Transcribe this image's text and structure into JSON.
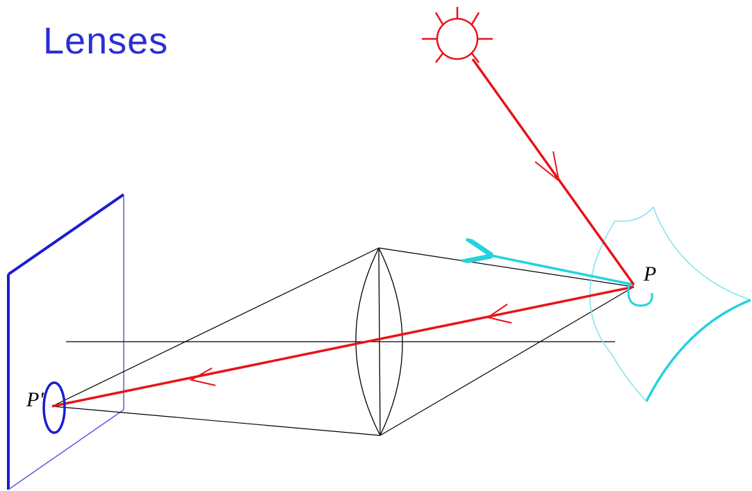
{
  "title": "Lenses",
  "labels": {
    "point": "P",
    "image_point": "P'"
  },
  "colors": {
    "title": "#2a2fd6",
    "ray": "#e8131a",
    "surface": "#22d3dd",
    "image_plane": "#1c1ccf",
    "construction": "#000000"
  },
  "icons": [
    "sun-icon"
  ]
}
